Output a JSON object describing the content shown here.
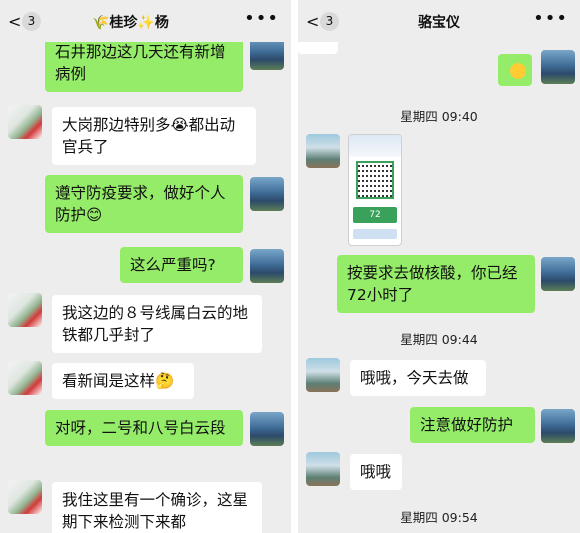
{
  "left": {
    "header": {
      "badge": "3",
      "title": "🌾桂珍✨杨",
      "more": "•••"
    },
    "messages": [
      {
        "text": "石井那边这几天还有新增病例"
      },
      {
        "text": "大岗那边特别多😭都出动官兵了"
      },
      {
        "text": "遵守防疫要求，做好个人防护😊"
      },
      {
        "text": "这么严重吗?"
      },
      {
        "text": "我这边的８号线属白云的地铁都几乎封了"
      },
      {
        "text": "看新闻是这样🤔"
      },
      {
        "text": "对呀，二号和八号白云段"
      },
      {
        "text": "我住这里有一个确诊，这星期下来检测下来都"
      }
    ]
  },
  "right": {
    "header": {
      "badge": "3",
      "title": "骆宝仪",
      "more": "•••"
    },
    "times": [
      "星期四 09:40",
      "星期四 09:44",
      "星期四 09:54"
    ],
    "qr_card": {
      "value": "72"
    },
    "messages": [
      {
        "text": "按要求去做核酸，你已经72小时了"
      },
      {
        "text": "哦哦，今天去做"
      },
      {
        "text": "注意做好防护"
      },
      {
        "text": "哦哦"
      }
    ]
  }
}
